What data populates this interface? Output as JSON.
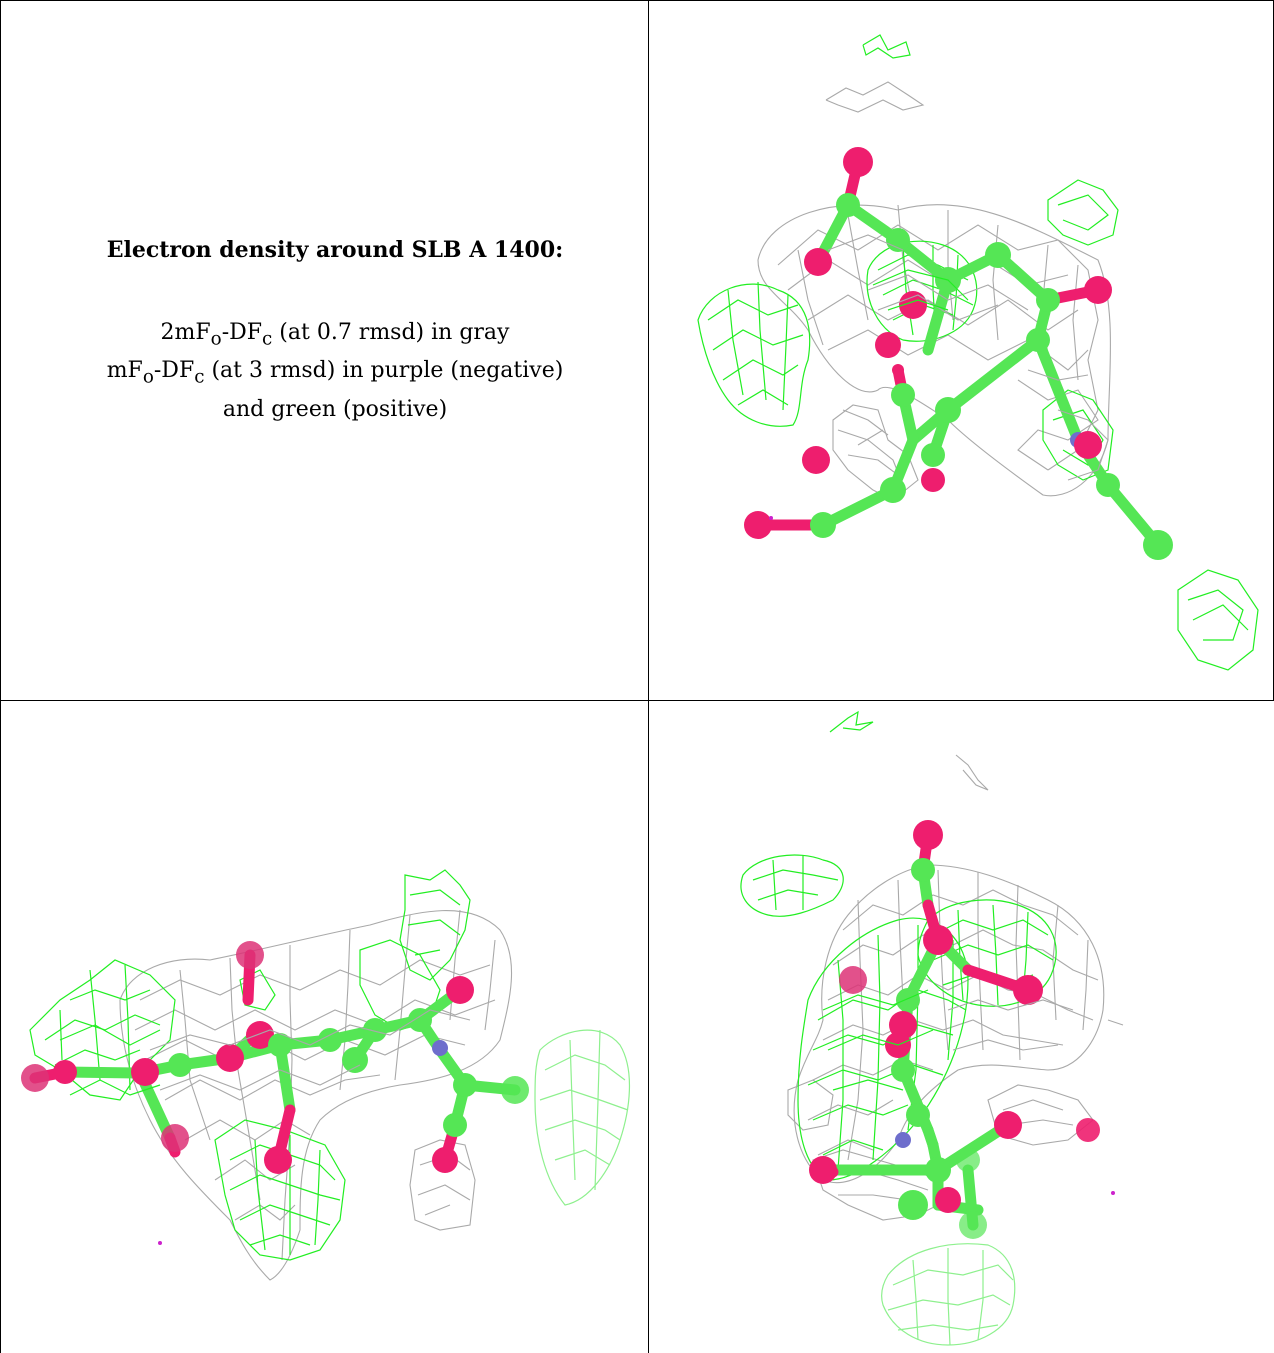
{
  "caption": {
    "title": "Electron density around SLB A 1400:",
    "line1": "2mFo-DFc (at 0.7 rmsd) in gray",
    "line2": "mFo-DFc (at 3 rmsd) in purple (negative)",
    "line3": "and green (positive)"
  },
  "colors": {
    "mesh_2fofc": "#a9a9a9",
    "mesh_positive": "#22ee22",
    "mesh_negative": "#cc22cc",
    "carbon": "#55e655",
    "oxygen": "#ee1e6e",
    "nitrogen": "#6e6ecc"
  }
}
